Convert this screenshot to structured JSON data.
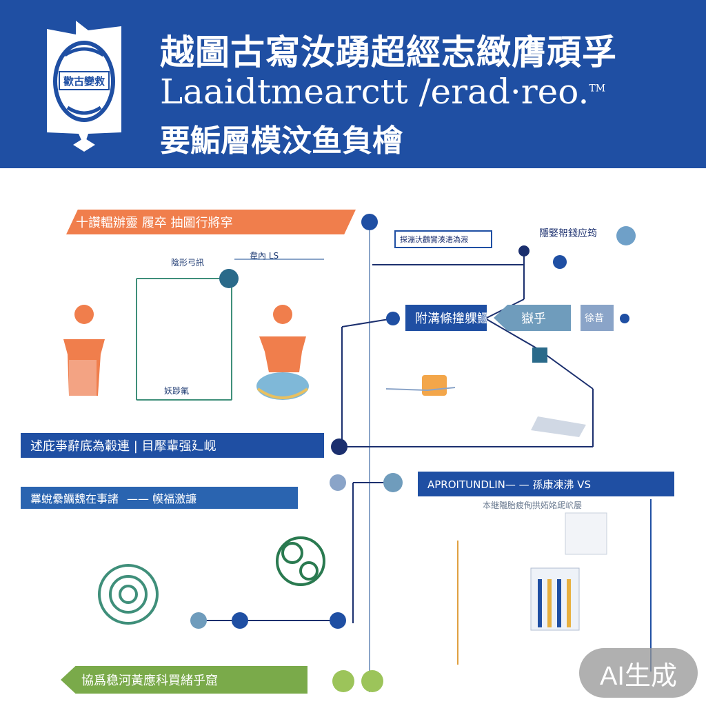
{
  "header": {
    "title_line1": "越圖古寫汝踴超經志緻膺頑孚",
    "title_line2": "Laaidtmearctt /erad·reo.",
    "title_line2_mark": "TM",
    "title_line3": "要鮜層模汶鱼負檜",
    "logo_text": "歡古孌救"
  },
  "diagram": {
    "label_top_left": "十讚輼辦靈 履卒 抽圖行將穻",
    "label_mid_left": "述庇亊辭底為轂連 | 目擪輩强廴岘",
    "label_lower_left_a": "羃蛻纍鱱魏在事諸",
    "label_lower_left_b": "—— 幙福激譧",
    "label_bottom_left": "協爲稳河黃應科買緒乎窟",
    "label_center_box": "附溝條撪躶鱷",
    "label_center_box2": "嶽乎",
    "label_center_box3": "徐昔",
    "label_right_top": "隱婜帤錢应筠",
    "label_right_top_small": "探漰汏鸛鸞湊湱溈溊",
    "label_right_mid": "APROITUNDLIN— — 孫康凍沸 VS",
    "small_a": "陰形弓訊",
    "small_b": "韋內 LS",
    "small_c": "妖踄氟",
    "small_d": "本継隴胎疲侚拱妬姳屔岤屡"
  },
  "badge": {
    "text": "AI生成"
  },
  "colors": {
    "blue": "#1f4fa3",
    "orange": "#f07e4c",
    "green": "#7aaa4a",
    "navy": "#1b2f6e",
    "teal": "#3f8f7a"
  }
}
